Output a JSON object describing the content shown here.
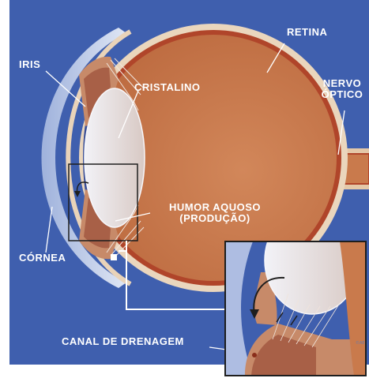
{
  "labels": {
    "retina": "RETINA",
    "iris": "IRIS",
    "cristalino": "CRISTALINO",
    "nervo_line1": "NERVO",
    "nervo_line2": "ÓPTICO",
    "humor_line1": "HUMOR AQUOSO",
    "humor_line2": "(PRODUÇÃO)",
    "cornea": "CÓRNEA",
    "canal": "CANAL DE DRENAGEM"
  },
  "credit": "©AE",
  "colors": {
    "background": "#3f5fae",
    "eyeball": "#c97a4c",
    "retina_layer": "#b0452a",
    "sclera": "#e9d3b9",
    "cornea": "#c9d6ec",
    "lens": "#e8e9f1",
    "label_text": "#ffffff"
  }
}
